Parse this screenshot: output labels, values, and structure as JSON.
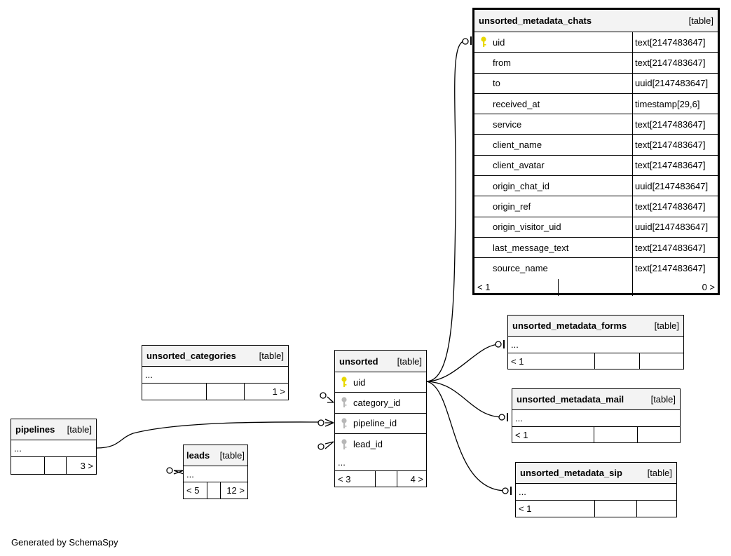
{
  "tables": {
    "unsorted_metadata_chats": {
      "name": "unsorted_metadata_chats",
      "kind": "[table]",
      "columns": [
        {
          "name": "uid",
          "type": "text[2147483647]",
          "key": "primary"
        },
        {
          "name": "from",
          "type": "text[2147483647]",
          "key": ""
        },
        {
          "name": "to",
          "type": "uuid[2147483647]",
          "key": ""
        },
        {
          "name": "received_at",
          "type": "timestamp[29,6]",
          "key": ""
        },
        {
          "name": "service",
          "type": "text[2147483647]",
          "key": ""
        },
        {
          "name": "client_name",
          "type": "text[2147483647]",
          "key": ""
        },
        {
          "name": "client_avatar",
          "type": "text[2147483647]",
          "key": ""
        },
        {
          "name": "origin_chat_id",
          "type": "uuid[2147483647]",
          "key": ""
        },
        {
          "name": "origin_ref",
          "type": "text[2147483647]",
          "key": ""
        },
        {
          "name": "origin_visitor_uid",
          "type": "uuid[2147483647]",
          "key": ""
        },
        {
          "name": "last_message_text",
          "type": "text[2147483647]",
          "key": ""
        },
        {
          "name": "source_name",
          "type": "text[2147483647]",
          "key": ""
        }
      ],
      "footer": {
        "left": "< 1",
        "middle": "",
        "right": "0 >"
      }
    },
    "unsorted_metadata_forms": {
      "name": "unsorted_metadata_forms",
      "kind": "[table]",
      "ellipsis": "...",
      "footer": {
        "left": "< 1",
        "middle": "",
        "right": ""
      }
    },
    "unsorted_metadata_mail": {
      "name": "unsorted_metadata_mail",
      "kind": "[table]",
      "ellipsis": "...",
      "footer": {
        "left": "< 1",
        "middle": "",
        "right": ""
      }
    },
    "unsorted_metadata_sip": {
      "name": "unsorted_metadata_sip",
      "kind": "[table]",
      "ellipsis": "...",
      "footer": {
        "left": "< 1",
        "middle": "",
        "right": ""
      }
    },
    "unsorted_categories": {
      "name": "unsorted_categories",
      "kind": "[table]",
      "ellipsis": "...",
      "footer": {
        "left": "",
        "middle": "",
        "right": "1 >"
      }
    },
    "unsorted": {
      "name": "unsorted",
      "kind": "[table]",
      "columns": [
        {
          "name": "uid",
          "key": "primary"
        },
        {
          "name": "category_id",
          "key": "foreign"
        },
        {
          "name": "pipeline_id",
          "key": "foreign"
        },
        {
          "name": "lead_id",
          "key": "foreign"
        }
      ],
      "ellipsis": "...",
      "footer": {
        "left": "< 3",
        "middle": "",
        "right": "4 >"
      }
    },
    "pipelines": {
      "name": "pipelines",
      "kind": "[table]",
      "ellipsis": "...",
      "footer": {
        "left": "",
        "middle": "",
        "right": "3 >"
      }
    },
    "leads": {
      "name": "leads",
      "kind": "[table]",
      "ellipsis": "...",
      "footer": {
        "left": "< 5",
        "middle": "",
        "right": "12 >"
      }
    }
  },
  "colors": {
    "primary_key": "#e8d800",
    "foreign_key": "#b8b8b8",
    "header_bg": "#f3f3f3"
  },
  "footer_text": "Generated by SchemaSpy"
}
